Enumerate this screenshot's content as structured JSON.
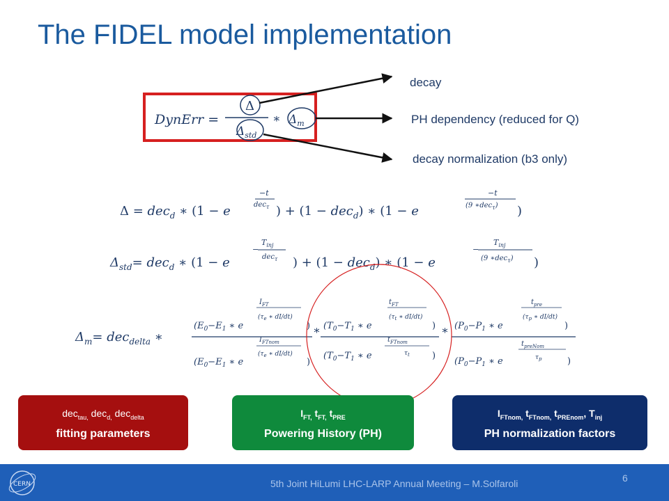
{
  "title": "The FIDEL model implementation",
  "labels": {
    "decay": "decay",
    "ph_dependency": "PH dependency (reduced for Q)",
    "decay_norm": "decay normalization (b3 only)"
  },
  "boxes": [
    {
      "line1": "dec",
      "line1_sub1": "tau,",
      "line1_mid": " dec",
      "line1_sub2": "d,",
      "line1_mid2": " dec",
      "line1_sub3": "delta",
      "line2": "fitting parameters",
      "color": "#a50f0f"
    },
    {
      "line1": "I",
      "line1_sub1": "FT,",
      "line1_mid": " t",
      "line1_sub2": "FT,",
      "line1_mid2": " t",
      "line1_sub3": "PRE",
      "line2": "Powering History (PH)",
      "color": "#0f8a3c"
    },
    {
      "line1": "I",
      "line1_sub1": "FTnom,",
      "line1_mid": " t",
      "line1_sub2": "FTnom,",
      "line1_mid2": " t",
      "line1_sub3": "PREnom",
      "line1_end": ", T",
      "line1_sub4": "inj",
      "line2": "PH normalization factors",
      "color": "#0e2d6b"
    }
  ],
  "footer": {
    "text": "5th Joint HiLumi LHC-LARP Annual Meeting – M.Solfaroli",
    "page": "6",
    "logo": "CERN"
  },
  "colors": {
    "title": "#1a5a9e",
    "footer": "#1f5fb8",
    "highlight_box": "#d62020"
  }
}
